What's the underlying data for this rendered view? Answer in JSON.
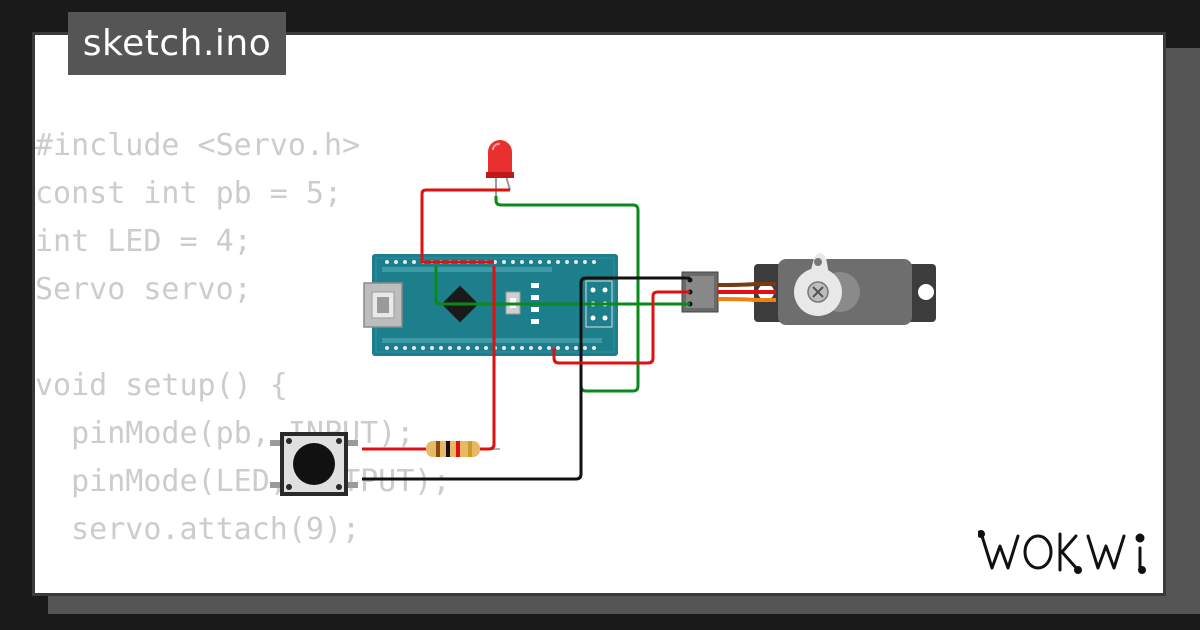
{
  "file_tab": {
    "label": "sketch.ino"
  },
  "code": {
    "lines": [
      "#include <Servo.h>",
      "const int pb = 5;",
      "int LED = 4;",
      "Servo servo;",
      "",
      "void setup() {",
      "  pinMode(pb, INPUT);",
      "  pinMode(LED, OUTPUT);",
      "  servo.attach(9);"
    ]
  },
  "brand": {
    "logo_text": "WOKWi"
  },
  "colors": {
    "board": "#1d7e8c",
    "wire_red": "#e01010",
    "wire_green": "#0a8a1a",
    "wire_black": "#111111",
    "wire_orange": "#f08010",
    "servo_body": "#6e6e6e",
    "led_red": "#e83030",
    "code_text": "#cccccc",
    "tab_bg": "#555555"
  },
  "components": {
    "microcontroller": "arduino-nano",
    "actuator": "servo-motor",
    "indicator": "red-led",
    "input": "pushbutton",
    "passive": "resistor"
  }
}
